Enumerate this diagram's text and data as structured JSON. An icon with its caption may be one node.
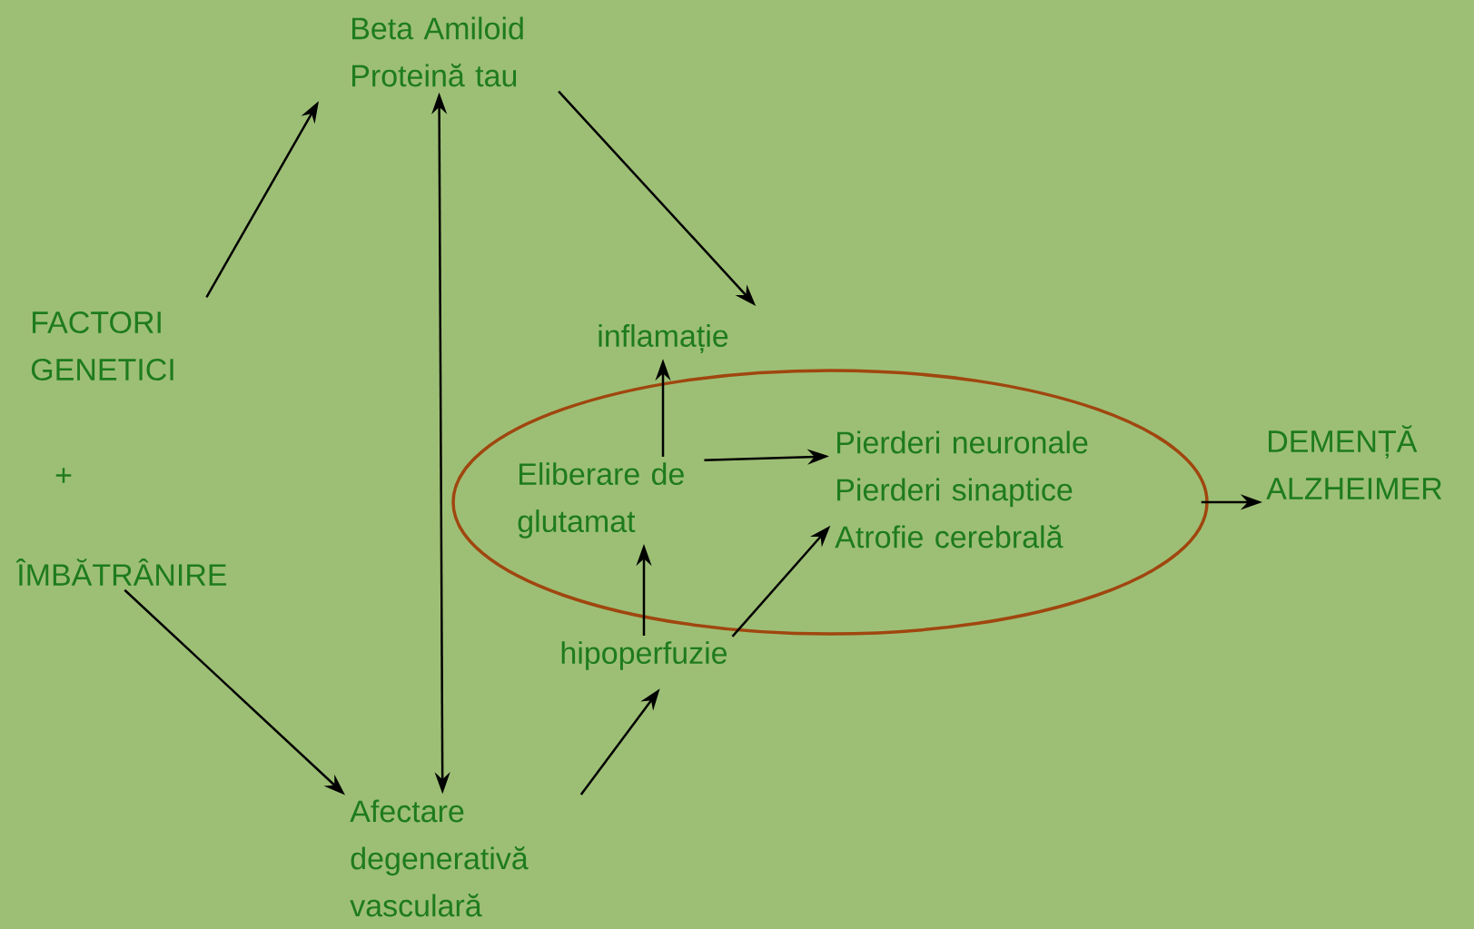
{
  "diagram": {
    "nodes": [
      {
        "text": [
          "Beta Amiloid Proteină tau"
        ]
      },
      {
        "text": [
          "FACTORI GENETICI"
        ]
      },
      {
        "text": [
          "ÎMBĂTRÂNIRE"
        ]
      },
      {
        "text": [
          "inflamație"
        ]
      },
      {
        "text": [],
        "shape": "ellipse"
      },
      {
        "text": [
          "Eliberare de glutamat"
        ],
        "in": 4
      },
      {
        "text": [
          "Pierderi neuronale",
          "Pierderi sinaptice",
          "Atrofie cerebrală"
        ],
        "in": 4
      },
      {
        "text": [
          "DEMENȚĂ ALZHEIMER"
        ]
      },
      {
        "text": [
          "hipoperfuzie"
        ]
      },
      {
        "text": [
          "Afectare degenerativă vasculară"
        ]
      }
    ],
    "edges": [
      {
        "from": 1,
        "to": 0,
        "arrow": "to"
      },
      {
        "from": 0,
        "to": 3,
        "arrow": "to"
      },
      {
        "from": 0,
        "to": 9,
        "arrow": "both"
      },
      {
        "from": 2,
        "to": 9,
        "arrow": "to"
      },
      {
        "from": 9,
        "to": 8,
        "arrow": "to"
      },
      {
        "from": 8,
        "to": 5,
        "arrow": "to"
      },
      {
        "from": 5,
        "to": 3,
        "arrow": "to"
      },
      {
        "from": 5,
        "to": 6,
        "arrow": "to"
      },
      {
        "from": 8,
        "to": 6,
        "arrow": "to"
      },
      {
        "from": 4,
        "to": 7,
        "arrow": "to"
      }
    ],
    "labels": [
      "+"
    ]
  }
}
